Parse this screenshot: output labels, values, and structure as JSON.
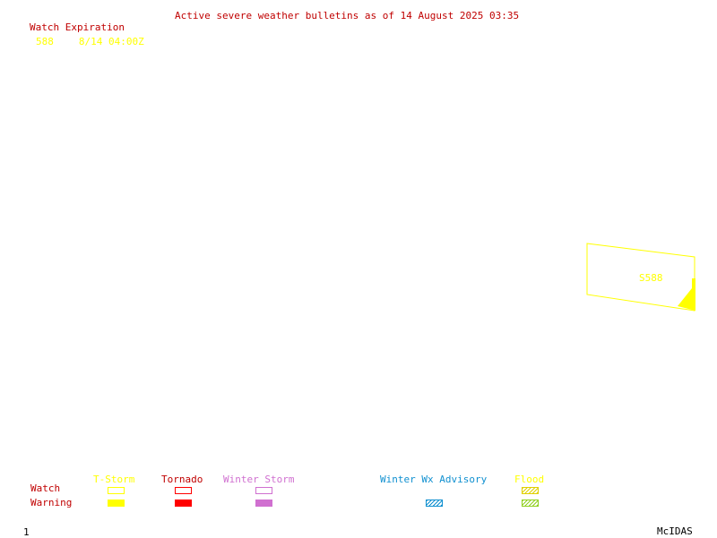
{
  "header": {
    "title": "Active severe weather bulletins as of 14 August 2025 03:35"
  },
  "watch_list": {
    "heading": "Watch Expiration",
    "items": [
      {
        "id": "588",
        "expiration": "8/14 04:00Z",
        "color": "#ffff00"
      }
    ]
  },
  "map": {
    "watch_polygon_label": "S588",
    "watch_polygon_color": "#ffff00"
  },
  "legend": {
    "row_labels": {
      "watch": "Watch",
      "warning": "Warning"
    },
    "categories": [
      {
        "name": "T-Storm",
        "color": "#ffff00"
      },
      {
        "name": "Tornado",
        "color": "#ff0000"
      },
      {
        "name": "Winter Storm",
        "color": "#d070d0"
      },
      {
        "name": "Winter Wx Advisory",
        "color": "#1090d0"
      },
      {
        "name": "Flood",
        "color": "#90d020"
      }
    ],
    "label_color": "#c00000"
  },
  "footer": {
    "frame_number": "1",
    "software": "McIDAS"
  }
}
